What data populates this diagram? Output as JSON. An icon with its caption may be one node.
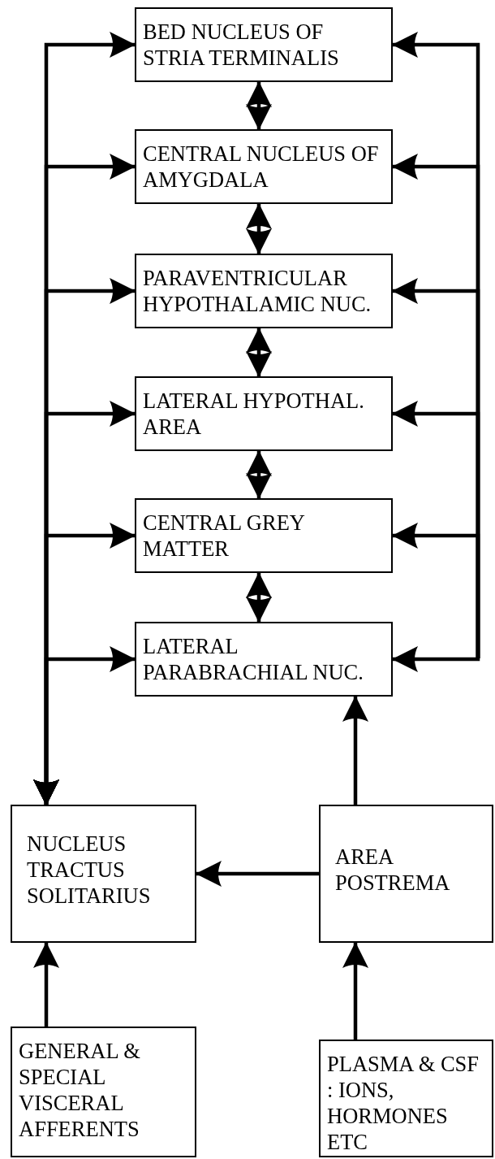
{
  "diagram": {
    "nodes": [
      {
        "text": [
          "BED NUCLEUS OF STRIA TERMINALIS"
        ]
      },
      {
        "text": [
          "CENTRAL NUCLEUS OF AMYGDALA"
        ]
      },
      {
        "text": [
          "PARAVENTRICULAR HYPOTHALAMIC NUC."
        ]
      },
      {
        "text": [
          "LATERAL HYPOTHAL. AREA"
        ]
      },
      {
        "text": [
          "CENTRAL GREY MATTER"
        ]
      },
      {
        "text": [
          "LATERAL PARABRACHIAL NUC."
        ]
      },
      {
        "text": [
          "NUCLEUS TRACTUS SOLITARIUS"
        ]
      },
      {
        "text": [
          "AREA POSTREMA"
        ]
      },
      {
        "text": [
          "GENERAL & SPECIAL VISCERAL AFFERENTS"
        ]
      },
      {
        "text": [
          "PLASMA & CSF : IONS, HORMONES ETC"
        ]
      }
    ],
    "edges": [
      {
        "from": 0,
        "to": 1,
        "arrow": "both"
      },
      {
        "from": 1,
        "to": 2,
        "arrow": "both"
      },
      {
        "from": 2,
        "to": 3,
        "arrow": "both"
      },
      {
        "from": 3,
        "to": 4,
        "arrow": "both"
      },
      {
        "from": 4,
        "to": 5,
        "arrow": "both"
      },
      {
        "from": 6,
        "to": 0,
        "arrow": "both"
      },
      {
        "from": 6,
        "to": 1,
        "arrow": "both"
      },
      {
        "from": 6,
        "to": 2,
        "arrow": "both"
      },
      {
        "from": 6,
        "to": 3,
        "arrow": "both"
      },
      {
        "from": 6,
        "to": 4,
        "arrow": "both"
      },
      {
        "from": 6,
        "to": 5,
        "arrow": "both"
      },
      {
        "from": null,
        "to": 0,
        "arrow": "to"
      },
      {
        "from": null,
        "to": 1,
        "arrow": "to"
      },
      {
        "from": null,
        "to": 2,
        "arrow": "to"
      },
      {
        "from": null,
        "to": 3,
        "arrow": "to"
      },
      {
        "from": null,
        "to": 4,
        "arrow": "to"
      },
      {
        "from": null,
        "to": 5,
        "arrow": "to"
      },
      {
        "from": 7,
        "to": 5,
        "arrow": "to"
      },
      {
        "from": 7,
        "to": 6,
        "arrow": "to"
      },
      {
        "from": 8,
        "to": 6,
        "arrow": "to"
      },
      {
        "from": 9,
        "to": 7,
        "arrow": "to"
      }
    ]
  }
}
